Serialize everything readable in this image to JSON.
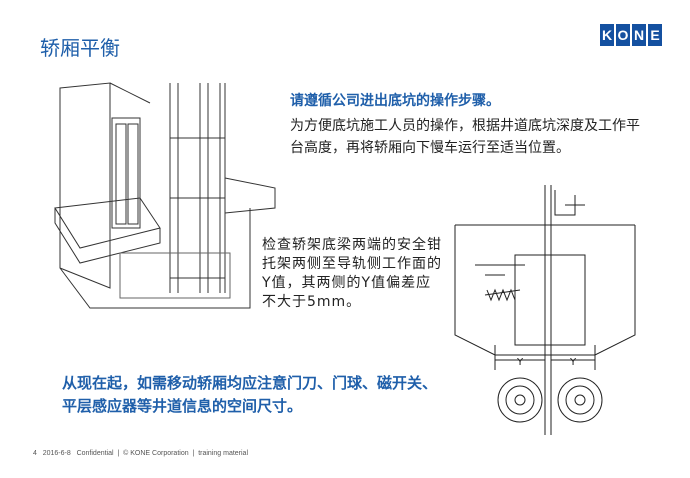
{
  "title": "轿厢平衡",
  "logo": [
    "K",
    "O",
    "N",
    "E"
  ],
  "intro_heading": "请遵循公司进出底坑的操作步骤。",
  "intro_body": "为方便底坑施工人员的操作，根据井道底坑深度及工作平台高度，再将轿厢向下慢车运行至适当位置。",
  "check_text": "检查轿架底梁两端的安全钳托架两侧至导轨侧工作面的Y值，其两侧的Y值偏差应不大于5mm。",
  "note_text": "从现在起，如需移动轿厢均应注意门刀、门球、磁开关、平层感应器等井道信息的空间尺寸。",
  "diagram_labels": {
    "y_left": "Y",
    "y_right": "Y"
  },
  "footer": "4   2016-6-8   Confidential  |  © KONE Corporation  |  training material",
  "colors": {
    "accent": "#1f5faa",
    "logo": "#1450a0"
  }
}
